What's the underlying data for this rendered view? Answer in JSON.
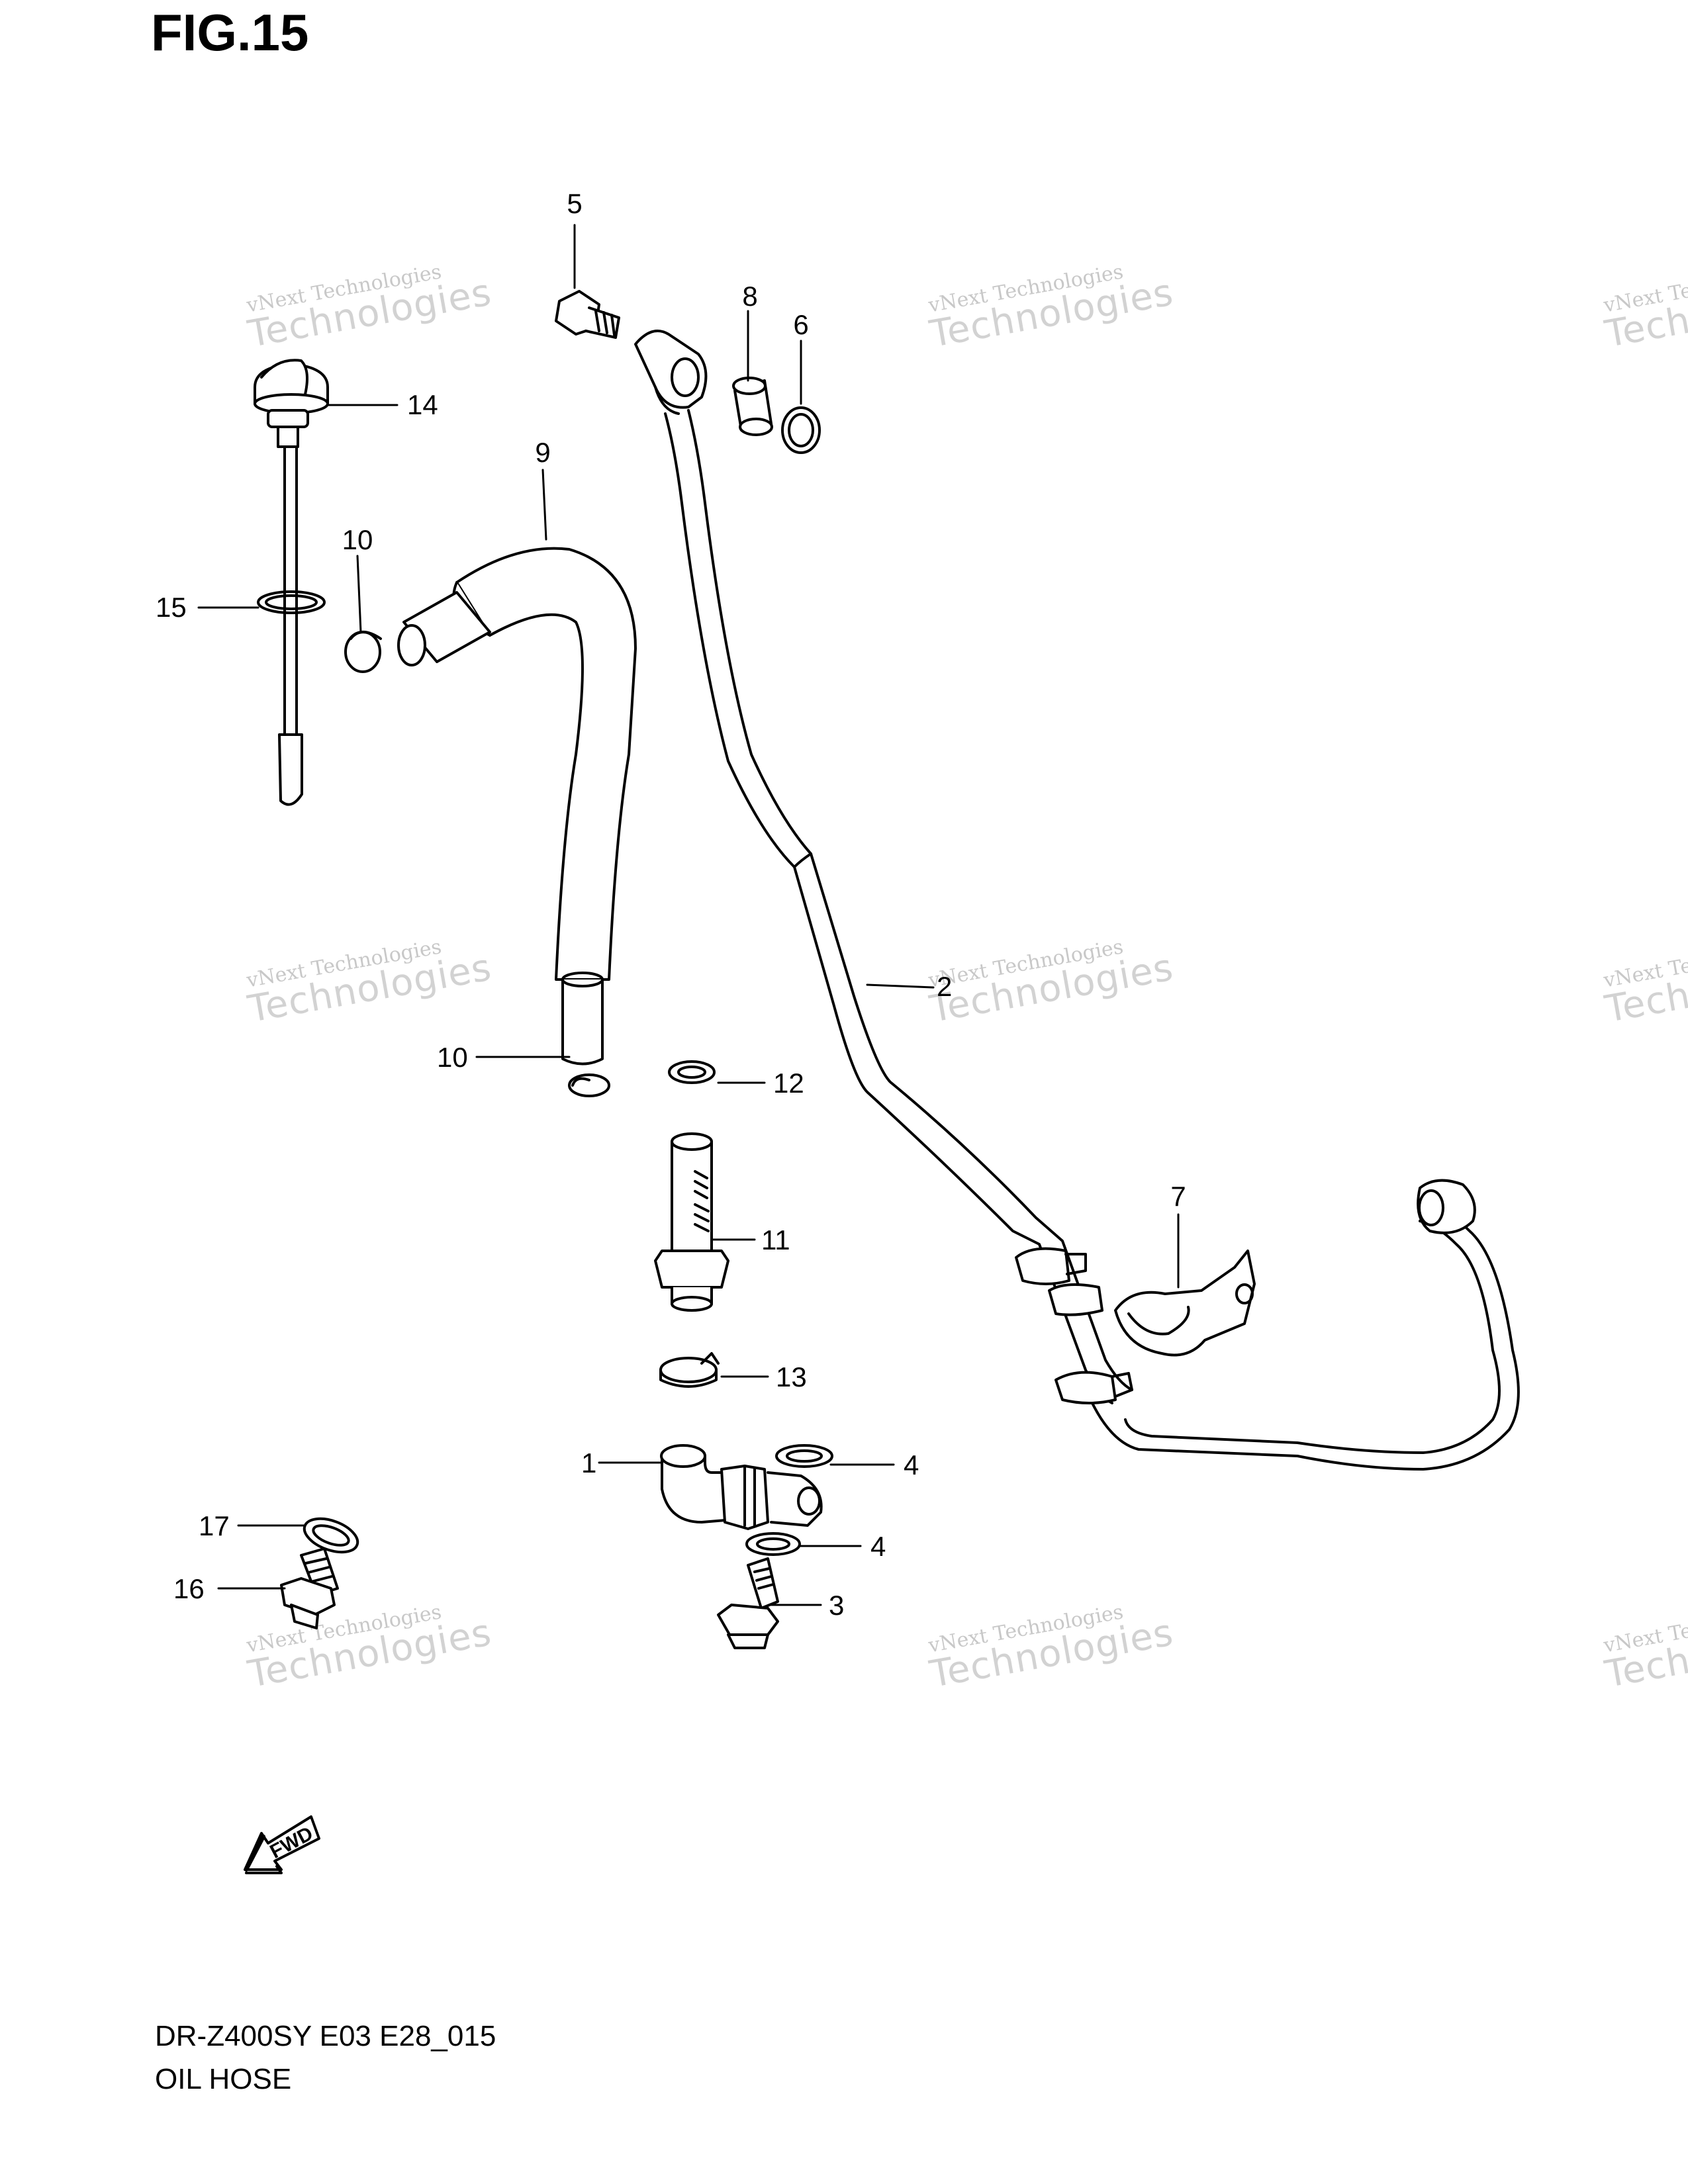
{
  "figure": {
    "title": "FIG.15",
    "code": "DR-Z400SY E03 E28_015",
    "name": "OIL HOSE"
  },
  "watermark": {
    "line1": "vNext Technologies",
    "line2": "Technologies"
  },
  "callouts": {
    "c1": "1",
    "c2": "2",
    "c3": "3",
    "c4a": "4",
    "c4b": "4",
    "c5": "5",
    "c6": "6",
    "c7": "7",
    "c8": "8",
    "c9": "9",
    "c10a": "10",
    "c10b": "10",
    "c11": "11",
    "c12": "12",
    "c13": "13",
    "c14": "14",
    "c15": "15",
    "c16": "16",
    "c17": "17"
  },
  "fwd_label": "FWD"
}
